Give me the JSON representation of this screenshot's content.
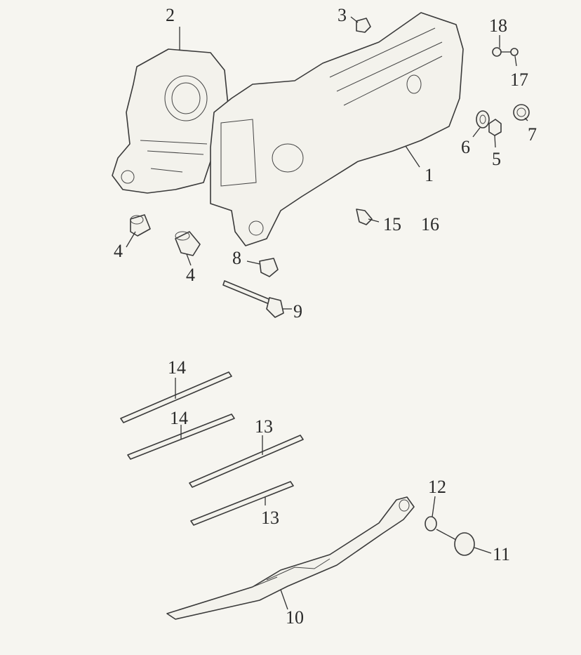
{
  "callouts": [
    {
      "id": "c1",
      "text": "1"
    },
    {
      "id": "c2",
      "text": "2"
    },
    {
      "id": "c3",
      "text": "3"
    },
    {
      "id": "c4a",
      "text": "4"
    },
    {
      "id": "c4b",
      "text": "4"
    },
    {
      "id": "c5",
      "text": "5"
    },
    {
      "id": "c6",
      "text": "6"
    },
    {
      "id": "c7",
      "text": "7"
    },
    {
      "id": "c8",
      "text": "8"
    },
    {
      "id": "c9",
      "text": "9"
    },
    {
      "id": "c10",
      "text": "10"
    },
    {
      "id": "c11",
      "text": "11"
    },
    {
      "id": "c12",
      "text": "12"
    },
    {
      "id": "c13a",
      "text": "13"
    },
    {
      "id": "c13b",
      "text": "13"
    },
    {
      "id": "c14a",
      "text": "14"
    },
    {
      "id": "c14b",
      "text": "14"
    },
    {
      "id": "c15",
      "text": "15"
    },
    {
      "id": "c16",
      "text": "16"
    },
    {
      "id": "c17",
      "text": "17"
    },
    {
      "id": "c18",
      "text": "18"
    }
  ]
}
